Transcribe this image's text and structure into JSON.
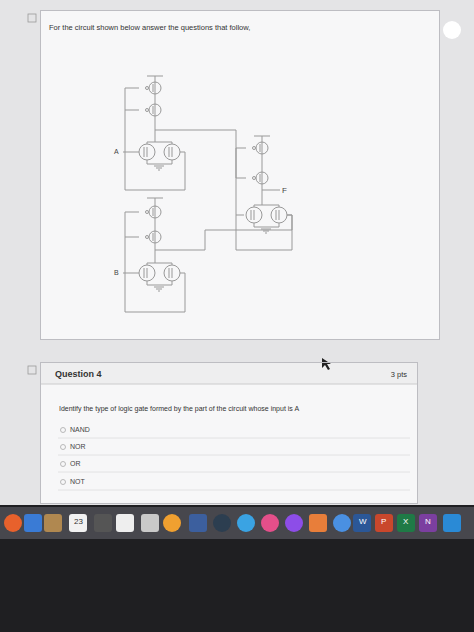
{
  "diagram": {
    "nodes": [
      {
        "text": [
          "For the circuit shown below answer the questions that follow,"
        ]
      },
      {
        "text": [
          "Question 4",
          "3 pts",
          "Identify the type of logic gate formed by the part of the circuit whose input is A"
        ]
      }
    ],
    "labels": [
      "A",
      "B",
      "F",
      "NAND",
      "NOR",
      "OR",
      "NOT",
      "23",
      "W",
      "P",
      "X",
      "N"
    ]
  }
}
